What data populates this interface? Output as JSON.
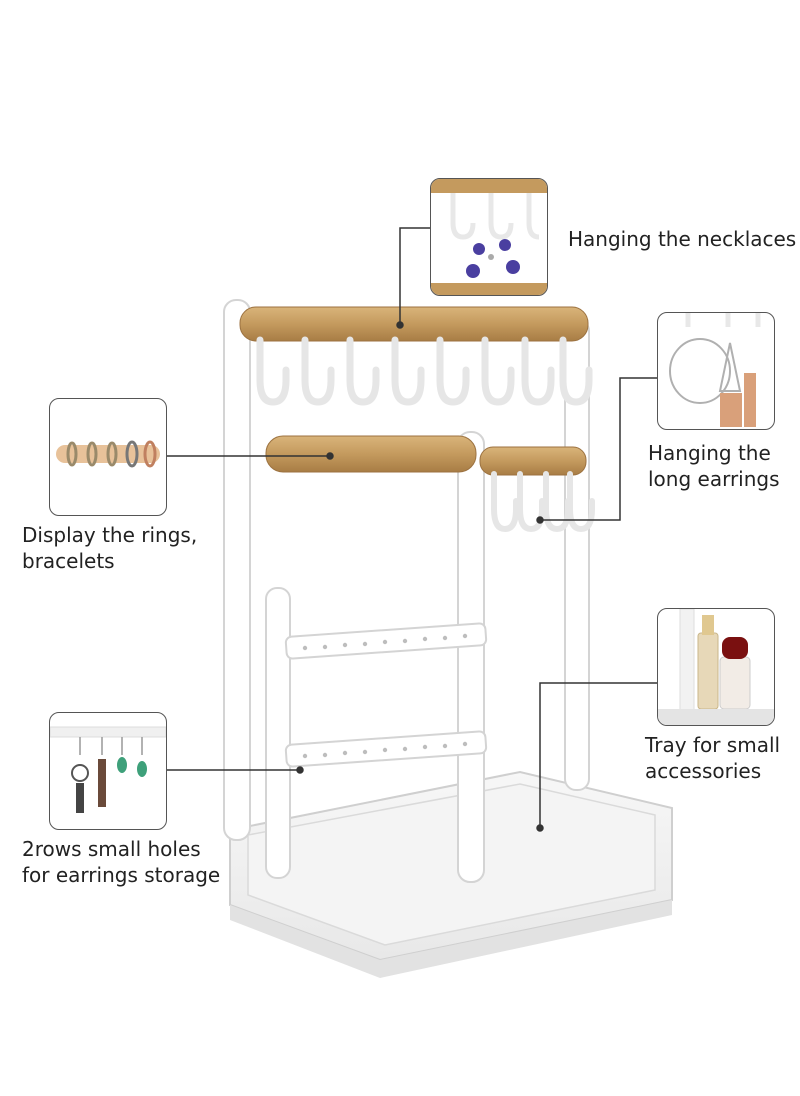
{
  "callouts": {
    "necklaces": {
      "label": "Hanging the necklaces"
    },
    "long_earrings": {
      "label_line1": "Hanging the",
      "label_line2": "long earrings"
    },
    "rings": {
      "label_line1": "Display the rings,",
      "label_line2": "bracelets"
    },
    "tray": {
      "label_line1": "Tray for small",
      "label_line2": "accessories"
    },
    "holes": {
      "label_line1": "2rows small holes",
      "label_line2": "for earrings storage"
    }
  },
  "colors": {
    "frame_white": "#ffffff",
    "frame_shadow": "#d9d9d9",
    "wood": "#c9a26a",
    "wood_dark": "#a87d45",
    "leader_line": "#333333"
  }
}
